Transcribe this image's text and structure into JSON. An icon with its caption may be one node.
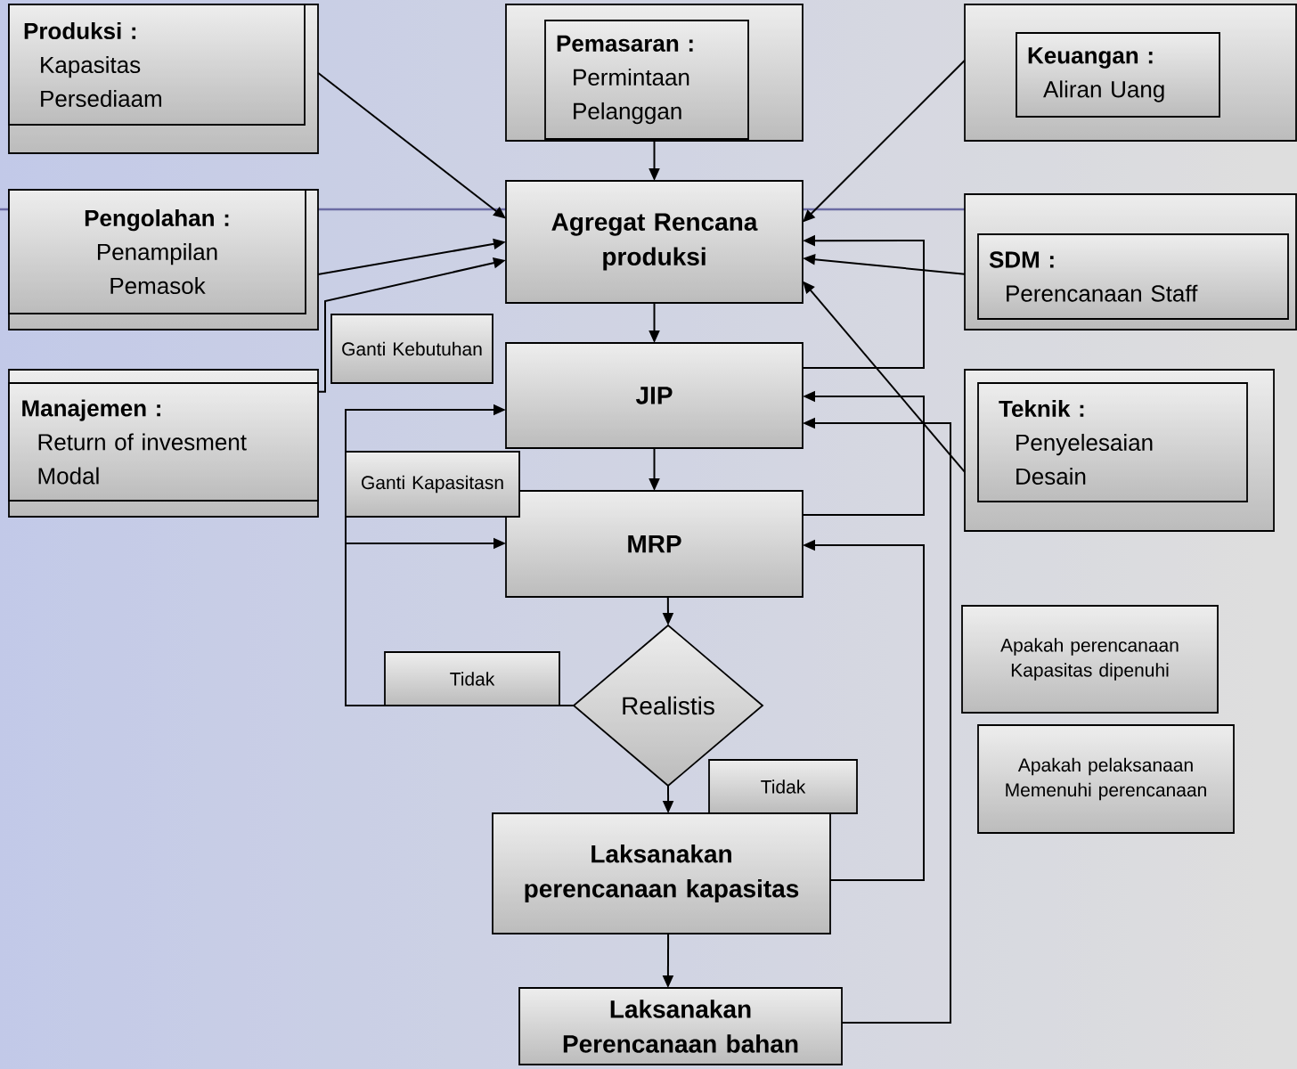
{
  "diagram": {
    "nodes": [
      {
        "text": [],
        "shape": "box"
      },
      {
        "text": [
          "Produksi :",
          "Kapasitas",
          "Persediaam"
        ],
        "in": 0
      },
      {
        "text": [],
        "shape": "box"
      },
      {
        "text": [
          "Pemasaran :",
          "Permintaan Pelanggan"
        ],
        "in": 2
      },
      {
        "text": [],
        "shape": "box"
      },
      {
        "text": [
          "Keuangan :",
          "Aliran Uang"
        ],
        "in": 4
      },
      {
        "text": [],
        "shape": "box"
      },
      {
        "text": [
          "Pengolahan :",
          "Penampilan Pemasok"
        ],
        "in": 6
      },
      {
        "text": [
          "Agregat Rencana produksi"
        ]
      },
      {
        "text": [],
        "shape": "box"
      },
      {
        "text": [
          "SDM :",
          "Perencanaan Staff"
        ],
        "in": 9
      },
      {
        "text": [
          "Ganti Kebutuhan"
        ]
      },
      {
        "text": [],
        "shape": "box"
      },
      {
        "text": [
          "Manajemen :",
          "Return of invesment",
          "Modal"
        ],
        "in": 12
      },
      {
        "text": [
          "JIP"
        ]
      },
      {
        "text": [],
        "shape": "box"
      },
      {
        "text": [
          "Teknik :",
          "Penyelesaian Desain"
        ],
        "in": 15
      },
      {
        "text": [
          "Ganti Kapasitasn"
        ]
      },
      {
        "text": [
          "MRP"
        ]
      },
      {
        "text": [
          "Apakah perencanaan Kapasitas dipenuhi"
        ]
      },
      {
        "text": [
          "Tidak"
        ]
      },
      {
        "text": [
          "Realistis"
        ]
      },
      {
        "text": [
          "Apakah pelaksanaan Memenuhi perencanaan"
        ]
      },
      {
        "text": [
          "Tidak"
        ]
      },
      {
        "text": [
          "Laksanakan perencanaan kapasitas"
        ]
      },
      {
        "text": [
          "Laksanakan Perencanaan bahan"
        ]
      }
    ],
    "edges": [
      {
        "from": 0,
        "to": 8,
        "arrow": "to"
      },
      {
        "from": 2,
        "to": 8,
        "arrow": "to"
      },
      {
        "from": 4,
        "to": 8,
        "arrow": "to"
      },
      {
        "from": 6,
        "to": 8,
        "arrow": "to"
      },
      {
        "from": 12,
        "to": 8,
        "arrow": "to"
      },
      {
        "from": 9,
        "to": 8,
        "arrow": "to"
      },
      {
        "from": 15,
        "to": 8,
        "arrow": "to"
      },
      {
        "from": 8,
        "to": 14,
        "arrow": "to"
      },
      {
        "from": 14,
        "to": 8,
        "arrow": "to"
      },
      {
        "from": 14,
        "to": 18,
        "arrow": "to"
      },
      {
        "from": 18,
        "to": 14,
        "arrow": "to"
      },
      {
        "from": 21,
        "to": 14,
        "arrow": "to"
      },
      {
        "from": 21,
        "to": 18,
        "arrow": "to"
      },
      {
        "from": 18,
        "to": 21,
        "arrow": "to"
      },
      {
        "from": 24,
        "to": 18,
        "arrow": "to"
      },
      {
        "from": 21,
        "to": 24,
        "arrow": "to"
      },
      {
        "from": 25,
        "to": 14,
        "arrow": "to"
      },
      {
        "from": 24,
        "to": 25,
        "arrow": "to"
      }
    ]
  }
}
